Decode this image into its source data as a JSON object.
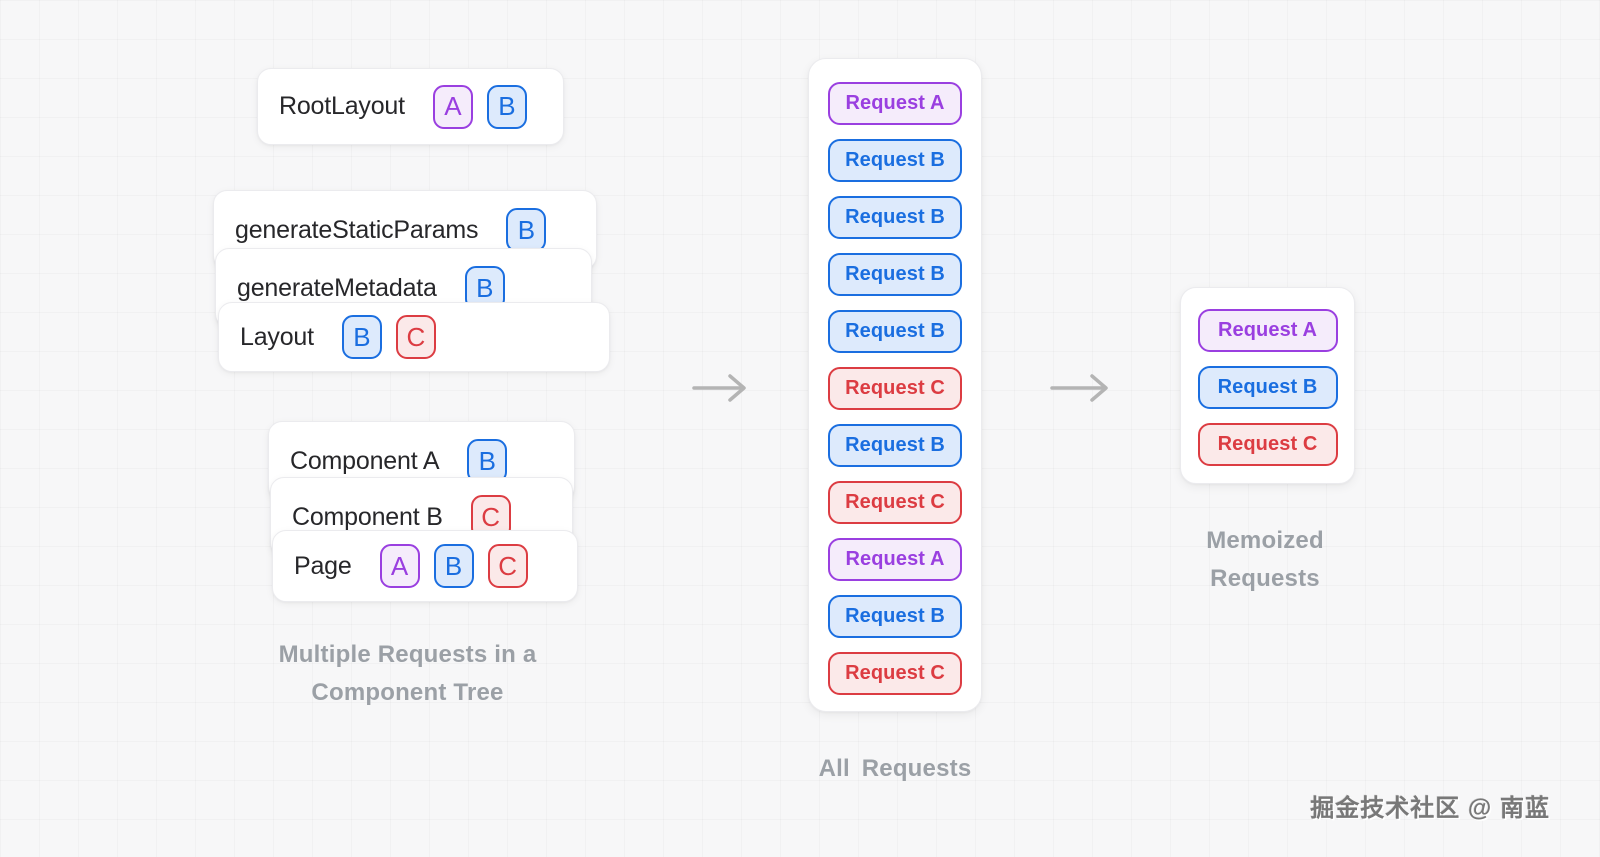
{
  "colors": {
    "purple": "#9a3fe0",
    "purple_bg": "#f5ecfb",
    "blue": "#1a6ee0",
    "blue_bg": "#ddeafc",
    "red": "#dc3c42",
    "red_bg": "#fbe9e9",
    "caption_gray": "#9ba0a6",
    "arrow_gray": "#b4b4b4"
  },
  "component_tree": {
    "root_card": {
      "label": "RootLayout",
      "badges": [
        "A",
        "B"
      ]
    },
    "layout_stack": [
      {
        "label": "generateStaticParams",
        "badges": [
          "B"
        ]
      },
      {
        "label": "generateMetadata",
        "badges": [
          "B"
        ]
      },
      {
        "label": "Layout",
        "badges": [
          "B",
          "C"
        ]
      }
    ],
    "page_stack": [
      {
        "label": "Component A",
        "badges": [
          "B"
        ]
      },
      {
        "label": "Component B",
        "badges": [
          "C"
        ]
      },
      {
        "label": "Page",
        "badges": [
          "A",
          "B",
          "C"
        ]
      }
    ],
    "caption_line1": "Multiple Requests in a",
    "caption_line2": "Component Tree"
  },
  "all_requests": {
    "items": [
      "Request A",
      "Request B",
      "Request B",
      "Request B",
      "Request B",
      "Request C",
      "Request B",
      "Request C",
      "Request A",
      "Request B",
      "Request C"
    ],
    "caption": "All Requests"
  },
  "memoized_requests": {
    "items": [
      "Request A",
      "Request B",
      "Request C"
    ],
    "caption_line1": "Memoized",
    "caption_line2": "Requests"
  },
  "watermark": "掘金技术社区 @ 南蓝"
}
